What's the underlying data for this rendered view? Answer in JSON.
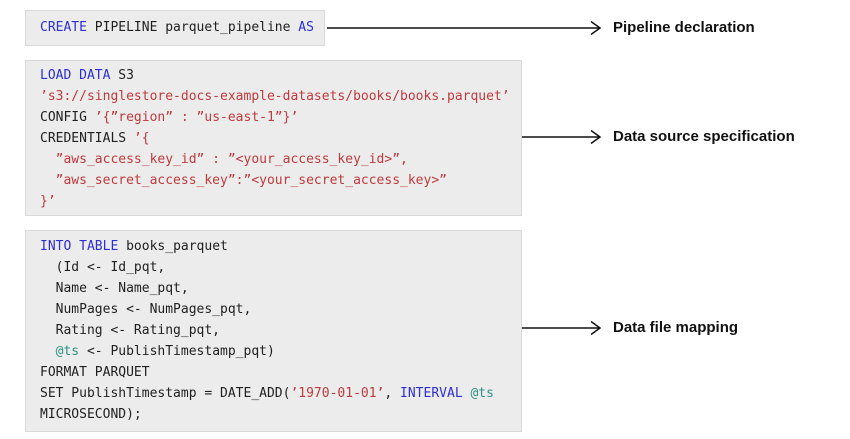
{
  "colors": {
    "keyword": "#2c2ed6",
    "string": "#bf3a3c",
    "variable": "#2a9384",
    "plain": "#1f1f1f",
    "block_bg": "#ececec",
    "block_border": "#d9d9d9",
    "arrow": "#111111",
    "label_text": "#111111"
  },
  "annotations": [
    {
      "label": "Pipeline declaration"
    },
    {
      "label": "Data source specification"
    },
    {
      "label": "Data file mapping"
    }
  ],
  "code_blocks": [
    {
      "name": "pipeline-declaration",
      "lines": [
        [
          {
            "t": "CREATE",
            "c": "kw"
          },
          {
            "t": " PIPELINE parquet_pipeline ",
            "c": "plain"
          },
          {
            "t": "AS",
            "c": "kw"
          }
        ]
      ]
    },
    {
      "name": "data-source-specification",
      "lines": [
        [
          {
            "t": "LOAD DATA",
            "c": "kw"
          },
          {
            "t": " S3",
            "c": "plain"
          }
        ],
        [
          {
            "t": "’s3://singlestore-docs-example-datasets/books/books.parquet’",
            "c": "str"
          }
        ],
        [
          {
            "t": "CONFIG ",
            "c": "plain"
          },
          {
            "t": "’{”region” : ”us-east-1”}’",
            "c": "str"
          }
        ],
        [
          {
            "t": "CREDENTIALS ",
            "c": "plain"
          },
          {
            "t": "’{",
            "c": "str"
          }
        ],
        [
          {
            "t": "  ”aws_access_key_id” : ”<your_access_key_id>”,",
            "c": "str"
          }
        ],
        [
          {
            "t": "  ”aws_secret_access_key”:”<your_secret_access_key>”",
            "c": "str"
          }
        ],
        [
          {
            "t": "}’",
            "c": "str"
          }
        ]
      ]
    },
    {
      "name": "data-file-mapping",
      "lines": [
        [
          {
            "t": "INTO TABLE",
            "c": "kw"
          },
          {
            "t": " books_parquet",
            "c": "plain"
          }
        ],
        [
          {
            "t": "  (Id <- Id_pqt,",
            "c": "plain"
          }
        ],
        [
          {
            "t": "  Name <- Name_pqt,",
            "c": "plain"
          }
        ],
        [
          {
            "t": "  NumPages <- NumPages_pqt,",
            "c": "plain"
          }
        ],
        [
          {
            "t": "  Rating <- Rating_pqt,",
            "c": "plain"
          }
        ],
        [
          {
            "t": "  ",
            "c": "plain"
          },
          {
            "t": "@ts",
            "c": "var"
          },
          {
            "t": " <- PublishTimestamp_pqt)",
            "c": "plain"
          }
        ],
        [
          {
            "t": "FORMAT PARQUET",
            "c": "plain"
          }
        ],
        [
          {
            "t": "SET PublishTimestamp = DATE_ADD(",
            "c": "plain"
          },
          {
            "t": "’1970-01-01’",
            "c": "str"
          },
          {
            "t": ", ",
            "c": "plain"
          },
          {
            "t": "INTERVAL",
            "c": "kw"
          },
          {
            "t": " ",
            "c": "plain"
          },
          {
            "t": "@ts",
            "c": "var"
          }
        ],
        [
          {
            "t": "MICROSECOND);",
            "c": "plain"
          }
        ]
      ]
    }
  ]
}
